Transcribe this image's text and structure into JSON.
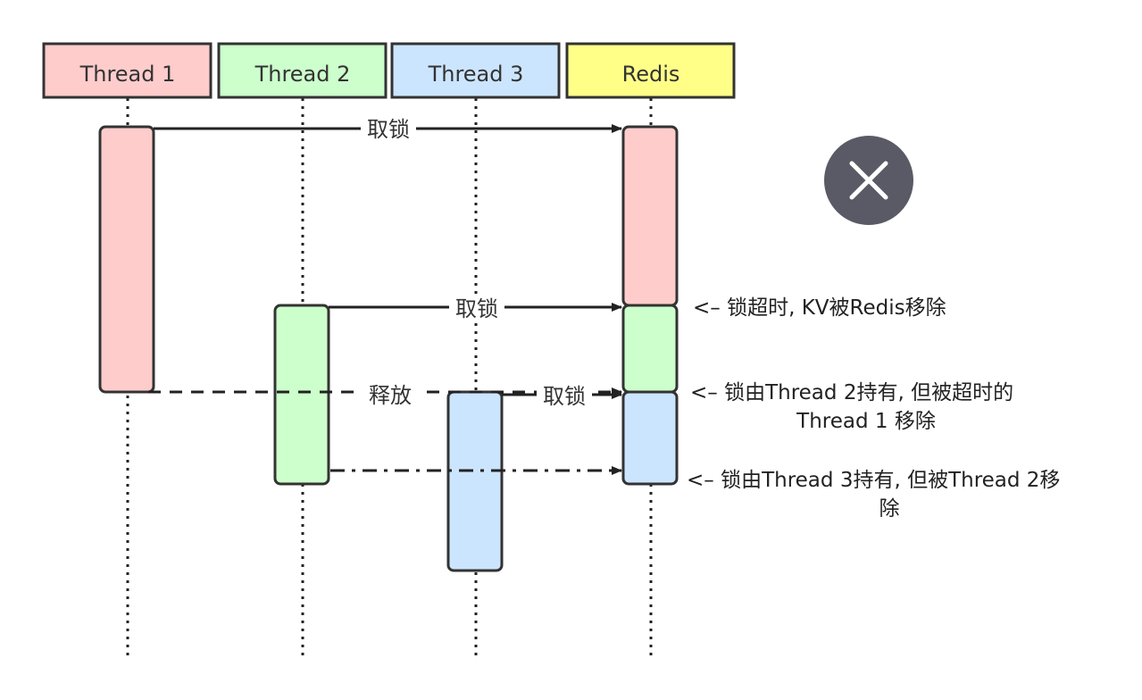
{
  "participants": [
    {
      "label": "Thread 1",
      "fill": "#ffcccc"
    },
    {
      "label": "Thread 2",
      "fill": "#ccffcc"
    },
    {
      "label": "Thread 3",
      "fill": "#cce5ff"
    },
    {
      "label": "Redis",
      "fill": "#ffff88"
    }
  ],
  "messages": [
    {
      "label": "取锁",
      "style": "solid"
    },
    {
      "label": "取锁",
      "style": "solid"
    },
    {
      "label": "释放",
      "style": "dashed"
    },
    {
      "label": "取锁",
      "style": "solid"
    },
    {
      "label": "",
      "style": "dash-dot"
    }
  ],
  "notes": [
    {
      "lines": [
        "<– 锁超时, KV被Redis移除"
      ]
    },
    {
      "lines": [
        "<– 锁由Thread 2持有, 但被超时的",
        "Thread 1 移除"
      ]
    },
    {
      "lines": [
        "<– 锁由Thread 3持有, 但被Thread 2移",
        "除"
      ]
    }
  ],
  "status_icon": {
    "name": "close-icon",
    "fill": "#5a5a66",
    "symbol": "×"
  },
  "colors": {
    "stroke": "#333333",
    "lifeline": "#222222"
  }
}
